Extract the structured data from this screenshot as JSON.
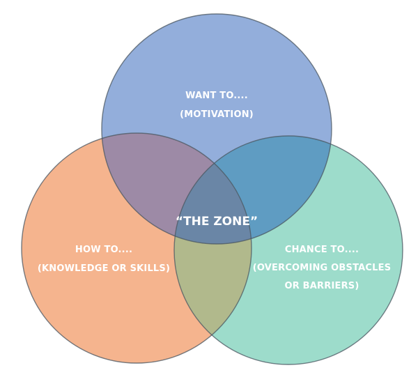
{
  "diagram": {
    "type": "venn",
    "colors": {
      "want": "#93aedb",
      "how": "#f5b48e",
      "chance": "#9ddccb",
      "want_how": "#9d8aa6",
      "want_chance": "#5f9cc2",
      "how_chance": "#b1b98c",
      "zone": "#6a86a6",
      "stroke": "#4a5560"
    },
    "sets": [
      {
        "id": "want",
        "line1": "WANT TO....",
        "line2": "(MOTIVATION)"
      },
      {
        "id": "how",
        "line1": "HOW TO....",
        "line2": "(KNOWLEDGE OR SKILLS)"
      },
      {
        "id": "chance",
        "line1": "CHANCE TO....",
        "line2": "(OVERCOMING OBSTACLES",
        "line3": "OR BARRIERS)"
      }
    ],
    "center_label": "“THE ZONE”"
  }
}
